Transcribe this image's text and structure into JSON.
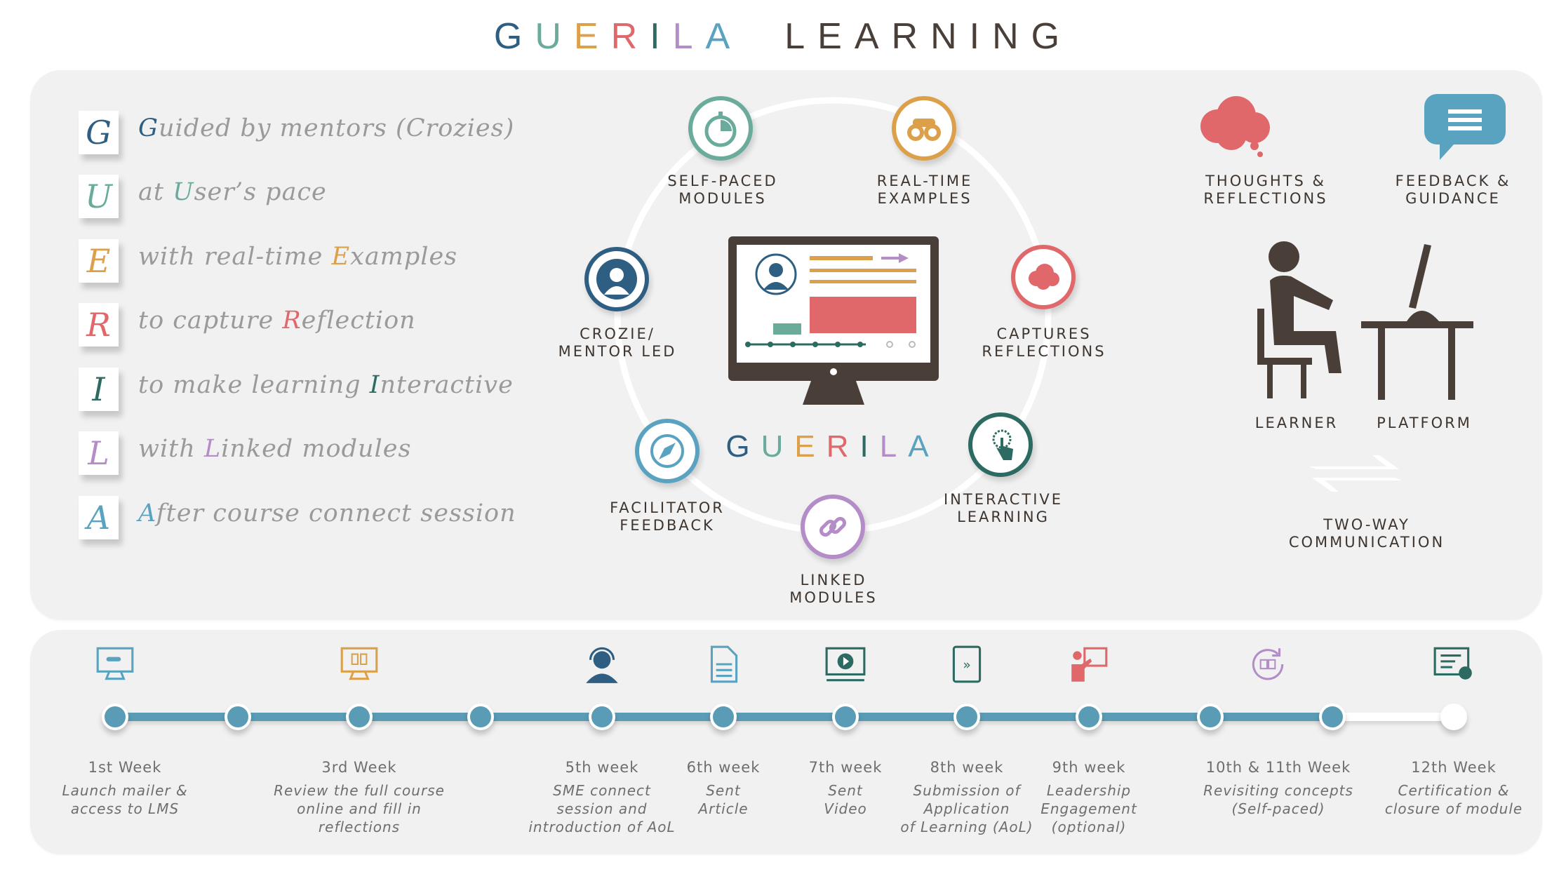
{
  "title": {
    "word1_letters": [
      "G",
      "U",
      "E",
      "R",
      "I",
      "L",
      "A"
    ],
    "word2": "LEARNING"
  },
  "colors": {
    "G": "#2e5f82",
    "U": "#6aab9c",
    "E": "#dda04a",
    "R": "#e0686b",
    "I": "#2d6b62",
    "L": "#b48cc7",
    "A": "#5aa3c0",
    "dark": "#4a3f38",
    "timeline": "#5a9cb5"
  },
  "acronym": [
    {
      "letter": "G",
      "pre": "",
      "hl": "G",
      "post": "uided by mentors (Crozies)"
    },
    {
      "letter": "U",
      "pre": "at ",
      "hl": "U",
      "post": "ser’s pace"
    },
    {
      "letter": "E",
      "pre": "with real-time ",
      "hl": "E",
      "post": "xamples"
    },
    {
      "letter": "R",
      "pre": "to capture ",
      "hl": "R",
      "post": "eflection"
    },
    {
      "letter": "I",
      "pre": "to make learning ",
      "hl": "I",
      "post": "nteractive"
    },
    {
      "letter": "L",
      "pre": "with ",
      "hl": "L",
      "post": "inked modules"
    },
    {
      "letter": "A",
      "pre": "",
      "hl": "A",
      "post": "fter course connect session"
    }
  ],
  "cycle": {
    "center_letters": [
      "G",
      "U",
      "E",
      "R",
      "I",
      "L",
      "A"
    ],
    "nodes": [
      {
        "icon": "stopwatch-icon",
        "l1": "SELF-PACED",
        "l2": "MODULES"
      },
      {
        "icon": "binoculars-icon",
        "l1": "REAL-TIME",
        "l2": "EXAMPLES"
      },
      {
        "icon": "mentor-icon",
        "l1": "CROZIE/",
        "l2": "MENTOR LED"
      },
      {
        "icon": "brain-cloud-icon",
        "l1": "CAPTURES",
        "l2": "REFLECTIONS"
      },
      {
        "icon": "compass-icon",
        "l1": "FACILITATOR",
        "l2": "FEEDBACK"
      },
      {
        "icon": "touch-icon",
        "l1": "INTERACTIVE",
        "l2": "LEARNING"
      },
      {
        "icon": "link-icon",
        "l1": "LINKED",
        "l2": "MODULES"
      }
    ]
  },
  "right": {
    "thoughts": {
      "l1": "THOUGHTS &",
      "l2": "REFLECTIONS"
    },
    "feedback": {
      "l1": "FEEDBACK &",
      "l2": "GUIDANCE"
    },
    "learner": "LEARNER",
    "platform": "PLATFORM",
    "comm": {
      "l1": "TWO-WAY",
      "l2": "COMMUNICATION"
    }
  },
  "timeline": {
    "progress_nodes_completed": 11,
    "total_nodes": 12,
    "items": [
      {
        "title": "1st Week",
        "desc": [
          "Launch mailer &",
          "access to LMS"
        ],
        "icon": "monitor-icon"
      },
      {
        "title": "3rd Week",
        "desc": [
          "Review the full course",
          "online and fill in",
          "reflections"
        ],
        "icon": "book-screen-icon"
      },
      {
        "title": "5th week",
        "desc": [
          "SME connect",
          "session and",
          "introduction of AoL"
        ],
        "icon": "headset-icon"
      },
      {
        "title": "6th week",
        "desc": [
          "Sent",
          "Article"
        ],
        "icon": "document-icon"
      },
      {
        "title": "7th week",
        "desc": [
          "Sent",
          "Video"
        ],
        "icon": "video-icon"
      },
      {
        "title": "8th week",
        "desc": [
          "Submission of",
          "Application",
          "of Learning (AoL)"
        ],
        "icon": "notebook-icon"
      },
      {
        "title": "9th week",
        "desc": [
          "Leadership",
          "Engagement",
          "(optional)"
        ],
        "icon": "presenter-icon"
      },
      {
        "title": "10th & 11th Week",
        "desc": [
          "Revisiting concepts",
          "(Self-paced)"
        ],
        "icon": "refresh-book-icon"
      },
      {
        "title": "12th Week",
        "desc": [
          "Certification &",
          "closure of module"
        ],
        "icon": "certificate-icon"
      }
    ]
  }
}
